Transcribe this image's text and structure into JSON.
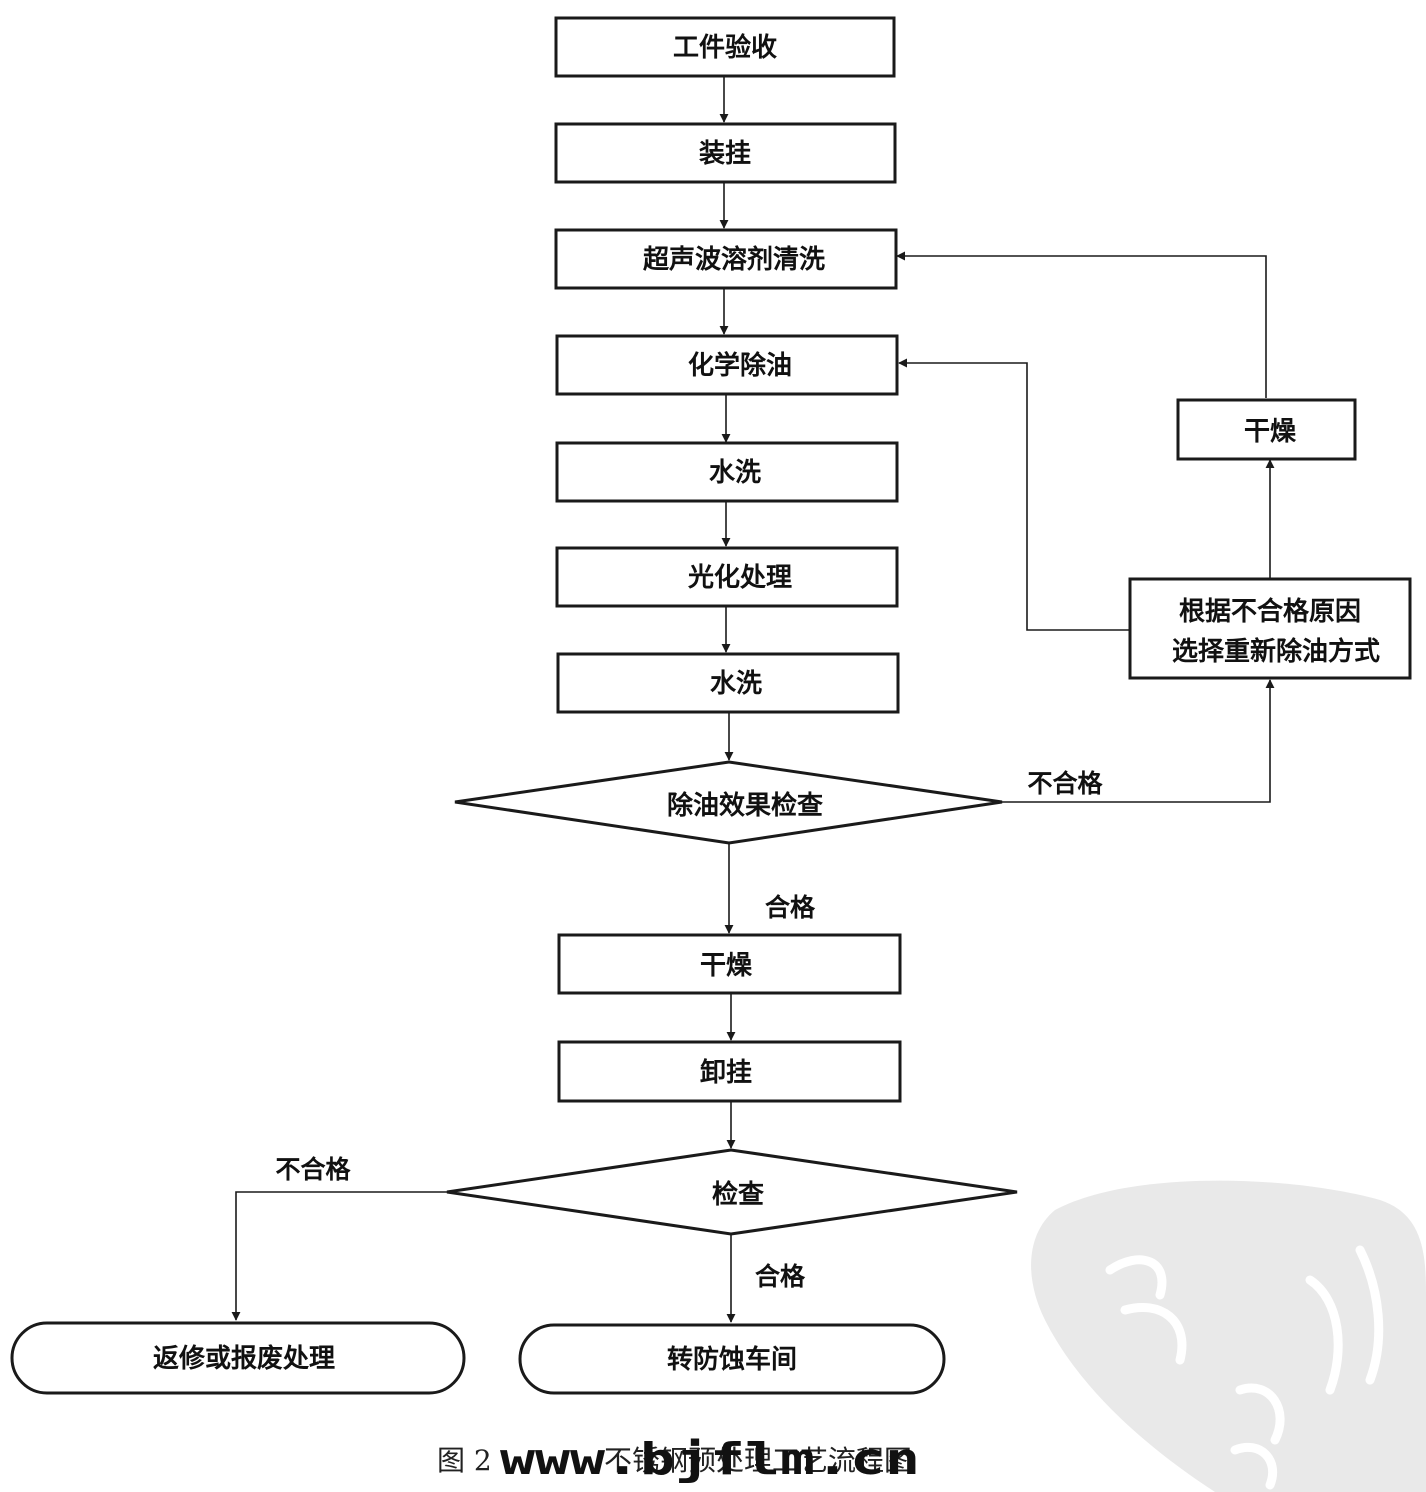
{
  "nodes": {
    "n1": "工件验收",
    "n2": "装挂",
    "n3": "超声波溶剂清洗",
    "n4": "化学除油",
    "n5": "水洗",
    "n6": "光化处理",
    "n7": "水洗",
    "d1": "除油效果检查",
    "n8": "干燥",
    "n9": "卸挂",
    "d2": "检查",
    "t1": "返修或报废处理",
    "t2": "转防蚀车间",
    "r1_line1": "根据不合格原因",
    "r1_line2": "选择重新除油方式",
    "r2": "干燥"
  },
  "edge_labels": {
    "d1_fail": "不合格",
    "d1_pass": "合格",
    "d2_fail": "不合格",
    "d2_pass": "合格"
  },
  "caption": {
    "prefix": "图 2",
    "suffix": "不锈钢预处理工艺流程图"
  },
  "watermark": "www.bjflm.cn"
}
